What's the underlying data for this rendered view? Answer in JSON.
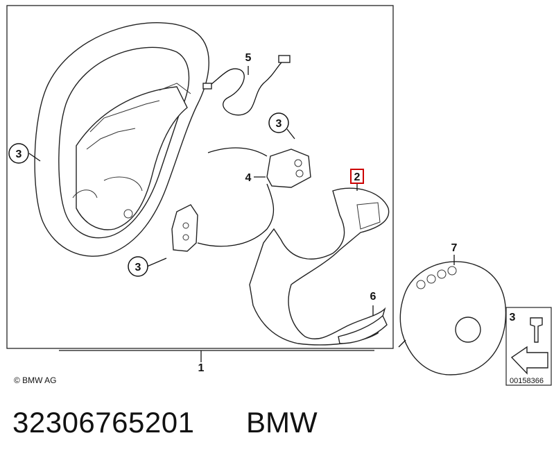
{
  "diagram": {
    "callouts": {
      "c1": "1",
      "c2": "2",
      "c3a": "3",
      "c3b": "3",
      "c3c": "3",
      "c3d": "3",
      "c4": "4",
      "c5": "5",
      "c6": "6",
      "c7": "7"
    },
    "copyright": "© BMW AG",
    "diagram_number": "00158366",
    "highlight_color": "#cc0000"
  },
  "footer": {
    "part_number": "32306765201",
    "brand": "BMW"
  }
}
